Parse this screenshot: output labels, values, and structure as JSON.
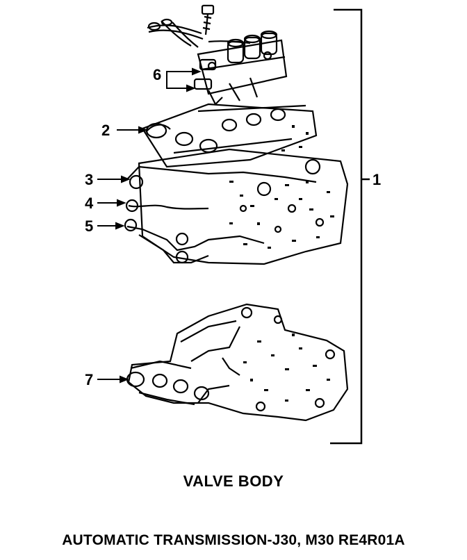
{
  "callouts": {
    "c1": "1",
    "c2": "2",
    "c3": "3",
    "c4": "4",
    "c5": "5",
    "c6": "6",
    "c7": "7"
  },
  "caption": {
    "title": "VALVE BODY",
    "subtitle": "AUTOMATIC TRANSMISSION-J30, M30 RE4R01A"
  },
  "colors": {
    "ink": "#000000",
    "paper": "#ffffff"
  }
}
